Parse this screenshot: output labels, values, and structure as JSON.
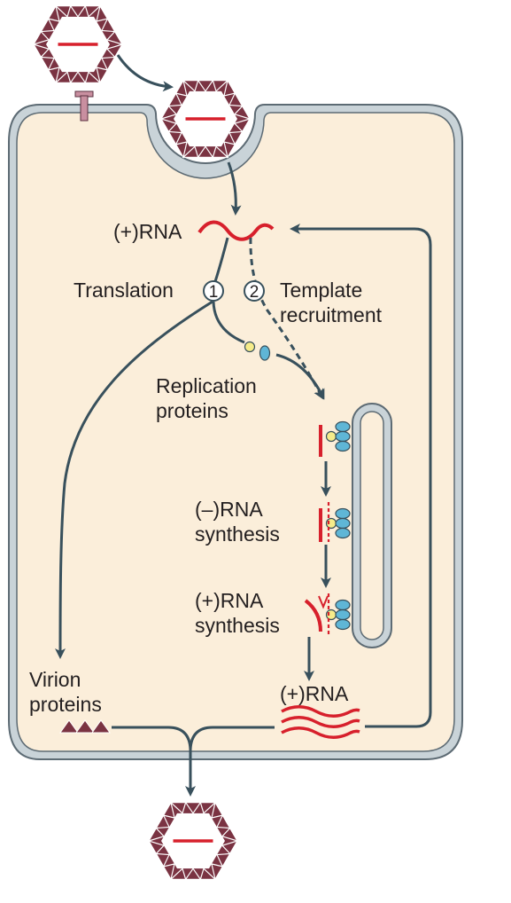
{
  "labels": {
    "plus_rna_top": "(+)RNA",
    "translation": "Translation",
    "step_1": "1",
    "step_2": "2",
    "template_line1": "Template",
    "template_line2": "recruitment",
    "replication_line1": "Replication",
    "replication_line2": "proteins",
    "minus_synth_line1": "(–)RNA",
    "minus_synth_line2": "synthesis",
    "plus_synth_line1": "(+)RNA",
    "plus_synth_line2": "synthesis",
    "virion_line1": "Virion",
    "virion_line2": "proteins",
    "plus_rna_bottom": "(+)RNA"
  },
  "colors": {
    "cell_fill": "#fbeeda",
    "membrane": "#c9d3d8",
    "membrane_edge": "#5d6b74",
    "arrow": "#38505c",
    "rna": "#d7202c",
    "capsid": "#7a3342",
    "yellow_protein": "#f6ec8a",
    "blue_protein": "#5fb6d6",
    "receptor": "#c98fa0"
  }
}
